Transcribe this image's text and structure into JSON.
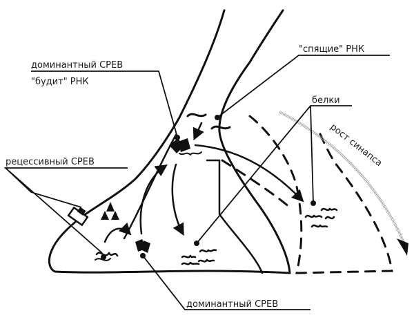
{
  "diagram": {
    "labels": {
      "dominant_wakes": "доминантный СРЕВ",
      "wakes_rna": "\"будит\" РНК",
      "sleeping_rna": "\"спящие\" РНК",
      "proteins": "белки",
      "recessive": "рецессивный СРЕВ",
      "dominant_bottom": "доминантный СРЕВ",
      "synapse_growth": "рост синапса"
    },
    "colors": {
      "ink": "#111111",
      "background": "#ffffff",
      "growth_arrow": "#9a9a9a"
    }
  }
}
